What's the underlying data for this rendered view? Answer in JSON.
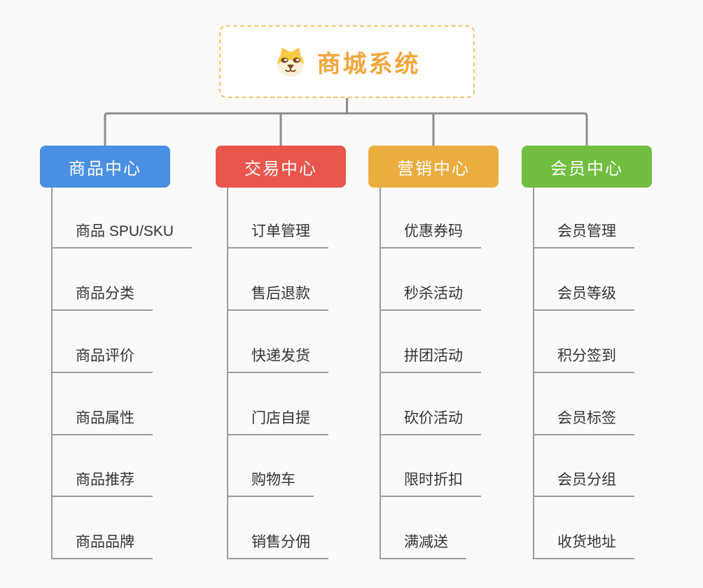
{
  "app": {
    "background_color": "#FAFAFA",
    "connector_color": "#8C8C8C",
    "item_line_color": "#9C9C9C",
    "item_text_color": "#333333"
  },
  "root": {
    "title": "商城系统",
    "icon": "shiba-dog-icon",
    "text_color": "#F2A63C",
    "border_color": "#F4C36A",
    "background_color": "#FFFFFF"
  },
  "branches": [
    {
      "label": "商品中心",
      "color": "#4A90E2",
      "items": [
        "商品 SPU/SKU",
        "商品分类",
        "商品评价",
        "商品属性",
        "商品推荐",
        "商品品牌"
      ]
    },
    {
      "label": "交易中心",
      "color": "#E8564D",
      "items": [
        "订单管理",
        "售后退款",
        "快递发货",
        "门店自提",
        "购物车",
        "销售分佣"
      ]
    },
    {
      "label": "营销中心",
      "color": "#EBAC40",
      "items": [
        "优惠券码",
        "秒杀活动",
        "拼团活动",
        "砍价活动",
        "限时折扣",
        "满减送"
      ]
    },
    {
      "label": "会员中心",
      "color": "#72BE41",
      "items": [
        "会员管理",
        "会员等级",
        "积分签到",
        "会员标签",
        "会员分组",
        "收货地址"
      ]
    }
  ]
}
